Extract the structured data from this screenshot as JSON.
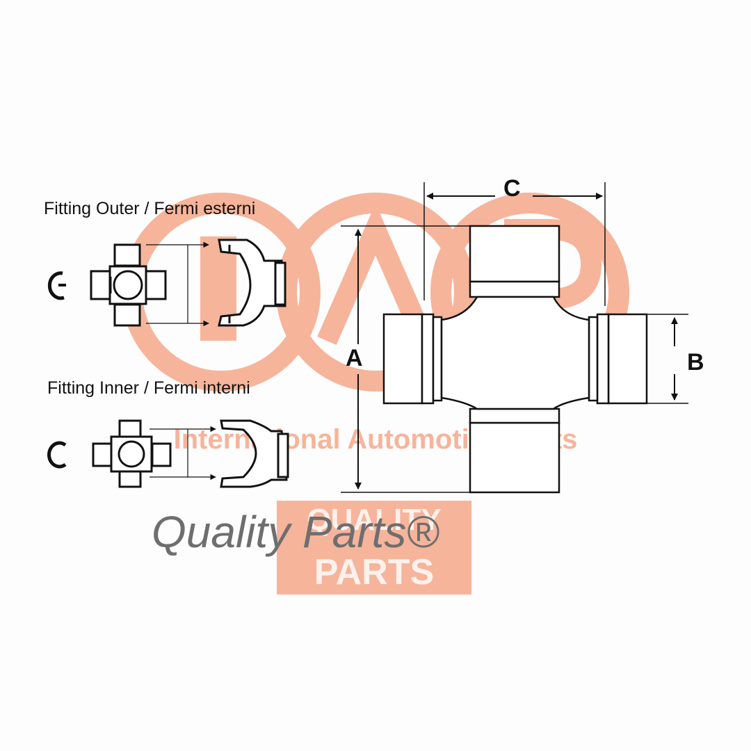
{
  "captions": {
    "outer": "Fitting Outer / Fermi esterni",
    "inner": "Fitting Inner / Fermi interni"
  },
  "dimensions": {
    "a": "A",
    "b": "B",
    "c": "C"
  },
  "slogan": "Quality Parts®",
  "watermark": {
    "company": "International Automotive Parts",
    "logo_letters": "IAP",
    "badge_line1": "QUALITY",
    "badge_line2": "PARTS",
    "color": "#f5a88a"
  },
  "colors": {
    "line": "#111111",
    "slogan": "#6e6e6e"
  }
}
